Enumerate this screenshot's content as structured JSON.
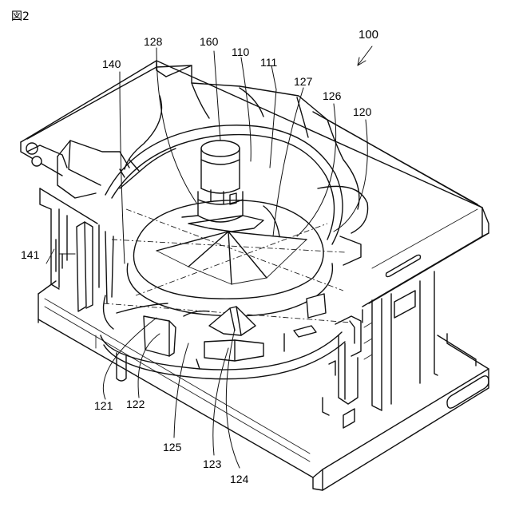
{
  "figure": {
    "label": "図2"
  },
  "refs": {
    "r100": "100",
    "r110": "110",
    "r111": "111",
    "r120": "120",
    "r121": "121",
    "r122": "122",
    "r123": "123",
    "r124": "124",
    "r125": "125",
    "r126": "126",
    "r127": "127",
    "r128": "128",
    "r140": "140",
    "r141": "141",
    "r160": "160"
  }
}
